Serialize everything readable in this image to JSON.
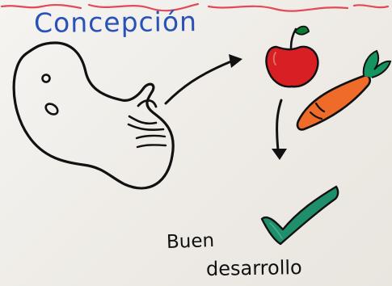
{
  "title": "Concepción",
  "result_label": {
    "line1": "Buen",
    "line2": "desarrollo"
  },
  "icons": {
    "embryo": "embryo-drawing",
    "apple": "apple-icon",
    "carrot": "carrot-icon",
    "check": "check-icon",
    "arrow_right": "arrow-right-icon",
    "arrow_down": "arrow-down-icon"
  },
  "colors": {
    "title": "#2952b8",
    "apple": "#d71f24",
    "apple_leaf": "#0b7a32",
    "carrot": "#ef6b29",
    "carrot_leaf": "#15945f",
    "check": "#1f8f6b",
    "ink": "#111111",
    "top_scribble": "#e14a57"
  }
}
